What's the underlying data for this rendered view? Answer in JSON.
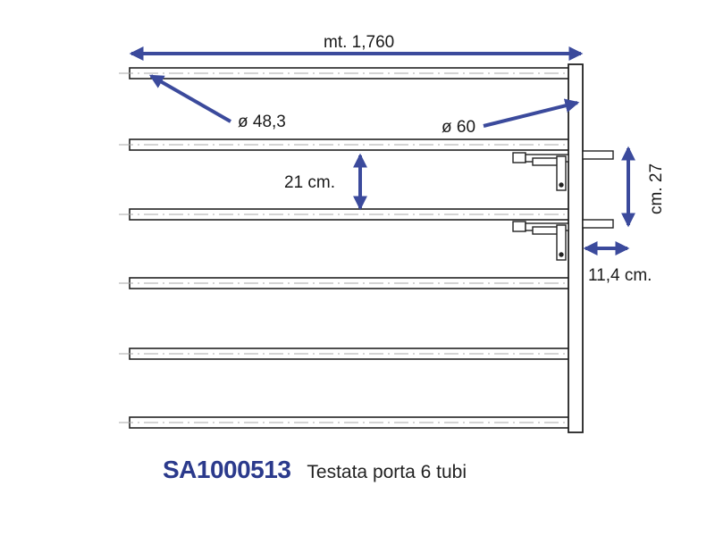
{
  "colors": {
    "arrow": "#3b4a9c",
    "line": "#222222",
    "center_line": "#aaaaaa",
    "caption_code": "#2b3a8c"
  },
  "dimensions": {
    "length_label": "mt. 1,760",
    "small_tube_diameter_label": "ø 48,3",
    "large_tube_diameter_label": "ø 60",
    "tube_spacing_label": "21 cm.",
    "bracket_spacing_label": "cm. 27",
    "bracket_depth_label": "11,4 cm."
  },
  "caption": {
    "code": "SA1000513",
    "description": "Testata porta 6 tubi"
  }
}
